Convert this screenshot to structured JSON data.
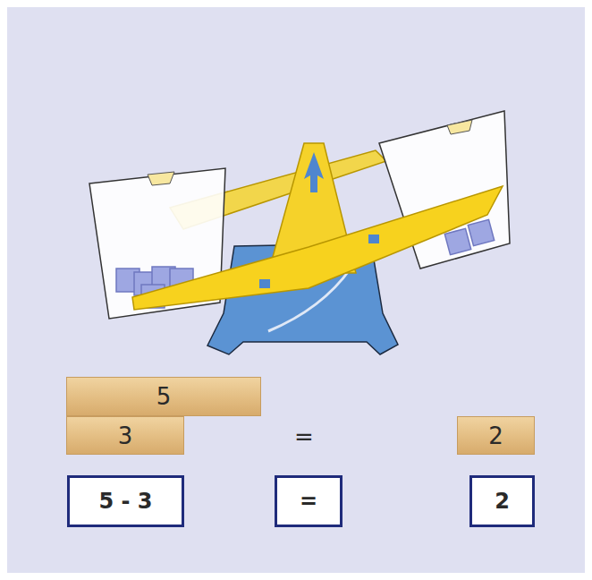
{
  "diagram": {
    "nodes": [
      {
        "text": [
          "5"
        ]
      },
      {
        "text": [
          "3"
        ]
      },
      {
        "text": [
          "2"
        ]
      },
      {
        "text": [
          "5 - 3"
        ]
      },
      {
        "text": [
          "="
        ]
      },
      {
        "text": [
          "2"
        ]
      }
    ],
    "labels": [
      "="
    ]
  }
}
